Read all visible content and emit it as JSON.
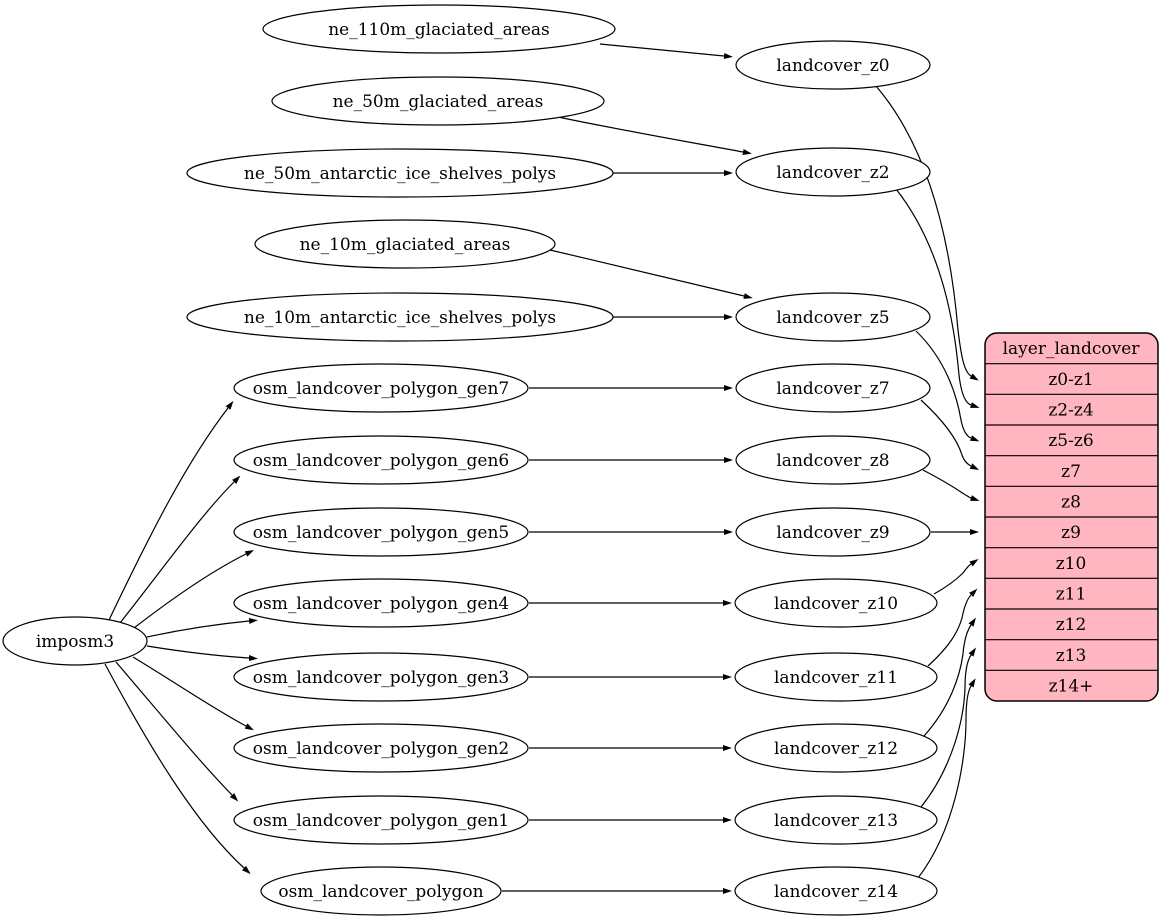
{
  "colors": {
    "background": "#ffffff",
    "node_fill": "#ffffff",
    "node_stroke": "#000000",
    "edge": "#000000",
    "table_fill": "#ffb6c1",
    "table_stroke": "#000000"
  },
  "nodes": {
    "imposm3": {
      "label": "imposm3"
    },
    "sources": [
      {
        "label": "ne_110m_glaciated_areas"
      },
      {
        "label": "ne_50m_glaciated_areas"
      },
      {
        "label": "ne_50m_antarctic_ice_shelves_polys"
      },
      {
        "label": "ne_10m_glaciated_areas"
      },
      {
        "label": "ne_10m_antarctic_ice_shelves_polys"
      },
      {
        "label": "osm_landcover_polygon_gen7"
      },
      {
        "label": "osm_landcover_polygon_gen6"
      },
      {
        "label": "osm_landcover_polygon_gen5"
      },
      {
        "label": "osm_landcover_polygon_gen4"
      },
      {
        "label": "osm_landcover_polygon_gen3"
      },
      {
        "label": "osm_landcover_polygon_gen2"
      },
      {
        "label": "osm_landcover_polygon_gen1"
      },
      {
        "label": "osm_landcover_polygon"
      }
    ],
    "generalized": [
      {
        "label": "landcover_z0"
      },
      {
        "label": "landcover_z2"
      },
      {
        "label": "landcover_z5"
      },
      {
        "label": "landcover_z7"
      },
      {
        "label": "landcover_z8"
      },
      {
        "label": "landcover_z9"
      },
      {
        "label": "landcover_z10"
      },
      {
        "label": "landcover_z11"
      },
      {
        "label": "landcover_z12"
      },
      {
        "label": "landcover_z13"
      },
      {
        "label": "landcover_z14"
      }
    ],
    "layer_table": {
      "title": "layer_landcover",
      "rows": [
        {
          "label": "z0-z1"
        },
        {
          "label": "z2-z4"
        },
        {
          "label": "z5-z6"
        },
        {
          "label": "z7"
        },
        {
          "label": "z8"
        },
        {
          "label": "z9"
        },
        {
          "label": "z10"
        },
        {
          "label": "z11"
        },
        {
          "label": "z12"
        },
        {
          "label": "z13"
        },
        {
          "label": "z14+"
        }
      ]
    }
  },
  "edges": [
    {
      "from": "imposm3",
      "to": "osm_landcover_polygon_gen7"
    },
    {
      "from": "imposm3",
      "to": "osm_landcover_polygon_gen6"
    },
    {
      "from": "imposm3",
      "to": "osm_landcover_polygon_gen5"
    },
    {
      "from": "imposm3",
      "to": "osm_landcover_polygon_gen4"
    },
    {
      "from": "imposm3",
      "to": "osm_landcover_polygon_gen3"
    },
    {
      "from": "imposm3",
      "to": "osm_landcover_polygon_gen2"
    },
    {
      "from": "imposm3",
      "to": "osm_landcover_polygon_gen1"
    },
    {
      "from": "imposm3",
      "to": "osm_landcover_polygon"
    },
    {
      "from": "ne_110m_glaciated_areas",
      "to": "landcover_z0"
    },
    {
      "from": "ne_50m_glaciated_areas",
      "to": "landcover_z2"
    },
    {
      "from": "ne_50m_antarctic_ice_shelves_polys",
      "to": "landcover_z2"
    },
    {
      "from": "ne_10m_glaciated_areas",
      "to": "landcover_z5"
    },
    {
      "from": "ne_10m_antarctic_ice_shelves_polys",
      "to": "landcover_z5"
    },
    {
      "from": "osm_landcover_polygon_gen7",
      "to": "landcover_z7"
    },
    {
      "from": "osm_landcover_polygon_gen6",
      "to": "landcover_z8"
    },
    {
      "from": "osm_landcover_polygon_gen5",
      "to": "landcover_z9"
    },
    {
      "from": "osm_landcover_polygon_gen4",
      "to": "landcover_z10"
    },
    {
      "from": "osm_landcover_polygon_gen3",
      "to": "landcover_z11"
    },
    {
      "from": "osm_landcover_polygon_gen2",
      "to": "landcover_z12"
    },
    {
      "from": "osm_landcover_polygon_gen1",
      "to": "landcover_z13"
    },
    {
      "from": "osm_landcover_polygon",
      "to": "landcover_z14"
    },
    {
      "from": "landcover_z0",
      "to": "layer_landcover:z0-z1"
    },
    {
      "from": "landcover_z2",
      "to": "layer_landcover:z2-z4"
    },
    {
      "from": "landcover_z5",
      "to": "layer_landcover:z5-z6"
    },
    {
      "from": "landcover_z7",
      "to": "layer_landcover:z7"
    },
    {
      "from": "landcover_z8",
      "to": "layer_landcover:z8"
    },
    {
      "from": "landcover_z9",
      "to": "layer_landcover:z9"
    },
    {
      "from": "landcover_z10",
      "to": "layer_landcover:z10"
    },
    {
      "from": "landcover_z11",
      "to": "layer_landcover:z11"
    },
    {
      "from": "landcover_z12",
      "to": "layer_landcover:z12"
    },
    {
      "from": "landcover_z13",
      "to": "layer_landcover:z13"
    },
    {
      "from": "landcover_z14",
      "to": "layer_landcover:z14+"
    }
  ]
}
